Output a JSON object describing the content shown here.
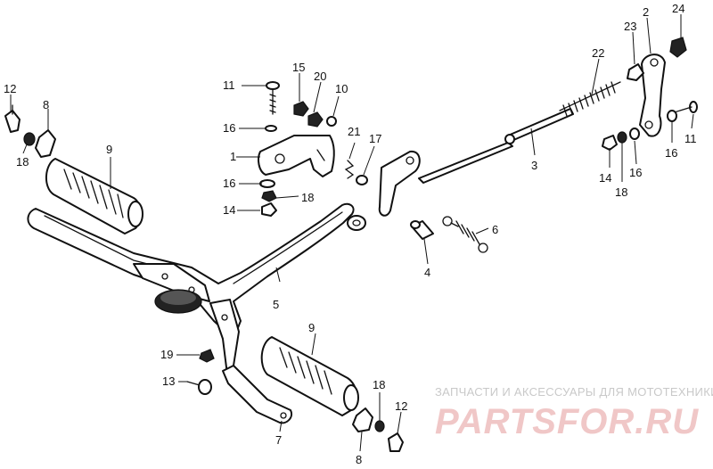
{
  "labels": {
    "l1": "1",
    "l2": "2",
    "l3": "3",
    "l4": "4",
    "l5": "5",
    "l6": "6",
    "l7": "7",
    "l8a": "8",
    "l8b": "8",
    "l9a": "9",
    "l9b": "9",
    "l10": "10",
    "l11a": "11",
    "l11b": "11",
    "l12a": "12",
    "l12b": "12",
    "l13": "13",
    "l14a": "14",
    "l14b": "14",
    "l15": "15",
    "l16a": "16",
    "l16b": "16",
    "l16c": "16",
    "l16d": "16",
    "l17": "17",
    "l18a": "18",
    "l18b": "18",
    "l18c": "18",
    "l18d": "18",
    "l19": "19",
    "l20": "20",
    "l21": "21",
    "l22": "22",
    "l23": "23",
    "l24": "24"
  },
  "watermark": {
    "tagline": "ЗАПЧАСТИ И АКСЕССУАРЫ ДЛЯ МОТОТЕХНИКИ",
    "logo": "PARTSFOR.RU"
  }
}
